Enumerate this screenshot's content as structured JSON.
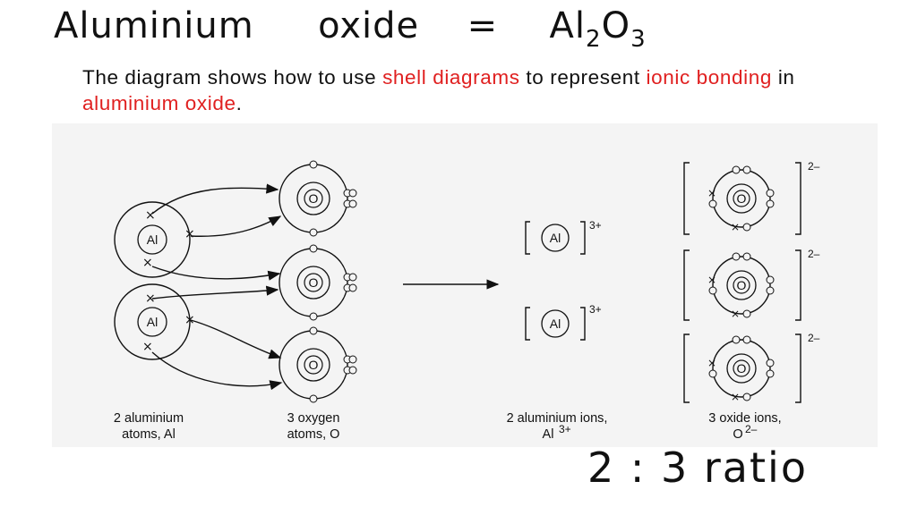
{
  "handwriting": {
    "title_word": "Aluminium",
    "title_oxide": "oxide",
    "title_eq": "=",
    "formula_al": "Al",
    "formula_al_sub": "2",
    "formula_o": "O",
    "formula_o_sub": "3",
    "ratio": "2 : 3  ratio"
  },
  "intro": {
    "p1": "The diagram shows how to use",
    "r1": "shell diagrams",
    "p2": "to represent",
    "r2": "ionic bonding",
    "p3": "in",
    "r3": "aluminium oxide",
    "p4": "."
  },
  "colors": {
    "highlight": "#e02020",
    "text": "#111111",
    "panel": "#f4f4f4"
  },
  "atoms": {
    "al_symbol": "Al",
    "o_symbol": "O"
  },
  "charges": {
    "al_ion": "3+",
    "oxide_ion": "2–"
  },
  "captions": {
    "al_atoms_1": "2 aluminium",
    "al_atoms_2": "atoms, Al",
    "o_atoms_1": "3 oxygen",
    "o_atoms_2": "atoms, O",
    "al_ions_1": "2 aluminium ions,",
    "al_ions_2": "Al",
    "al_ions_2_sup": "3+",
    "oxide_ions_1": "3 oxide ions,",
    "oxide_ions_2": "O",
    "oxide_ions_2_sup": "2–"
  }
}
